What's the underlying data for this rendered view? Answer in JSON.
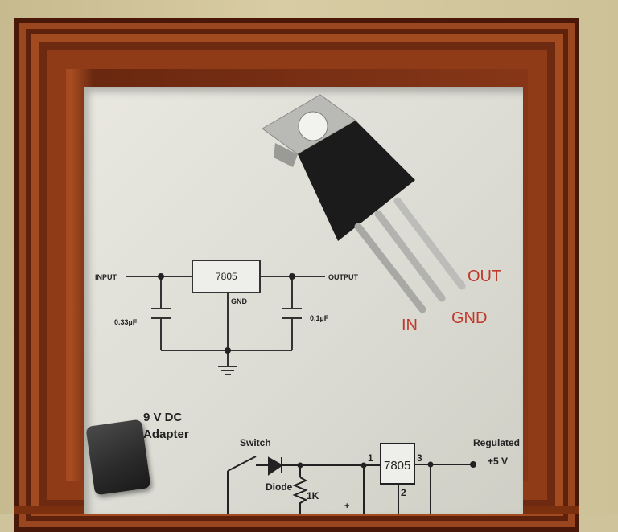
{
  "diagram": {
    "pins": {
      "out": "OUT",
      "gnd": "GND",
      "in": "IN"
    },
    "schematic1": {
      "input": "INPUT",
      "output": "OUTPUT",
      "regulator": "7805",
      "gnd": "GND",
      "cap_in": "0.33µF",
      "cap_out": "0.1µF"
    },
    "schematic2": {
      "adapter_line1": "9 V DC",
      "adapter_line2": "Adapter",
      "switch": "Switch",
      "diode": "Diode",
      "resistor": "1K",
      "regulator": "7805",
      "pin1": "1",
      "pin2": "2",
      "pin3": "3",
      "regulated": "Regulated",
      "voltage": "+5 V",
      "plus": "+"
    }
  }
}
